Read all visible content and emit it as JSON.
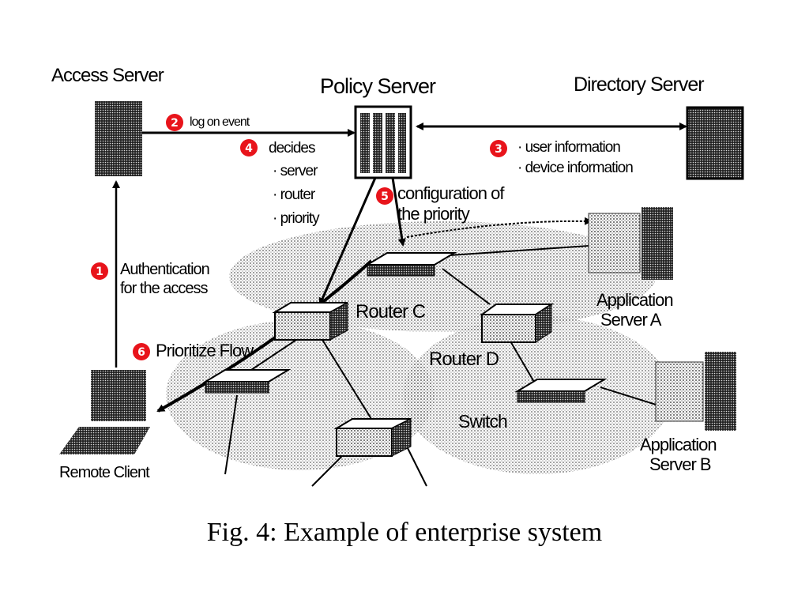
{
  "figure": {
    "caption": "Fig. 4: Example of enterprise system",
    "badge_color": "#e8141b"
  },
  "nodes": {
    "access_server": "Access Server",
    "policy_server": "Policy Server",
    "directory_server": "Directory Server",
    "router_c": "Router C",
    "router_d": "Router D",
    "switch": "Switch",
    "app_server_a": [
      "Application",
      "Server A"
    ],
    "app_server_b": [
      "Application",
      "Server B"
    ],
    "remote_client": "Remote Client"
  },
  "steps": [
    {
      "num": "1",
      "lines": [
        "Authentication",
        "for the access"
      ]
    },
    {
      "num": "2",
      "lines": [
        "log on event"
      ]
    },
    {
      "num": "3",
      "lines": [
        "· user information",
        "· device information"
      ]
    },
    {
      "num": "4",
      "lines": [
        "decides",
        "· server",
        "· router",
        "· priority"
      ]
    },
    {
      "num": "5",
      "lines": [
        "configuration of",
        "the priority"
      ]
    },
    {
      "num": "6",
      "lines": [
        "Prioritize Flow"
      ]
    }
  ]
}
